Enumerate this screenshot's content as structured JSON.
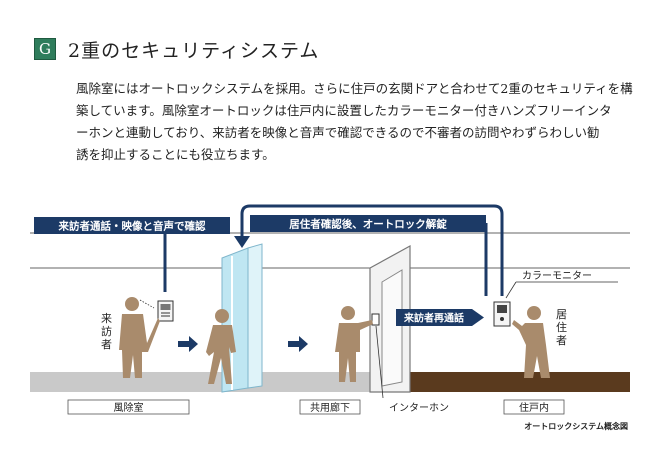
{
  "header": {
    "badge": "G",
    "title": "2重のセキュリティシステム"
  },
  "body_lines": [
    "風除室にはオートロックシステムを採用。さらに住戸の玄関ドアと合わせて2重のセキュリティを構",
    "築しています。風除室オートロックは住戸内に設置したカラーモニター付きハンズフリーインタ",
    "ーホンと連動しており、来訪者を映像と音声で確認できるので不審者の訪問やわずらわしい勧",
    "誘を抑止することにも役立ちます。"
  ],
  "diagram": {
    "banner_visitor_call": "来訪者通話・映像と音声で確認",
    "banner_unlock": "居住者確認後、オートロック解錠",
    "banner_recall": "来訪者再通話",
    "label_visitor": "来訪者",
    "label_resident": "居住者",
    "label_monitor": "カラーモニター",
    "label_intercom": "インターホン",
    "zone_vestibule": "風除室",
    "zone_corridor": "共用廊下",
    "zone_residence": "住戸内",
    "caption": "オートロックシステム概念図"
  },
  "colors": {
    "banner": "#1c3a66",
    "figure": "#a98b6c",
    "glass": "#bfe6f2",
    "floor_residence": "#5a3a1e",
    "badge": "#2f7d5c"
  }
}
